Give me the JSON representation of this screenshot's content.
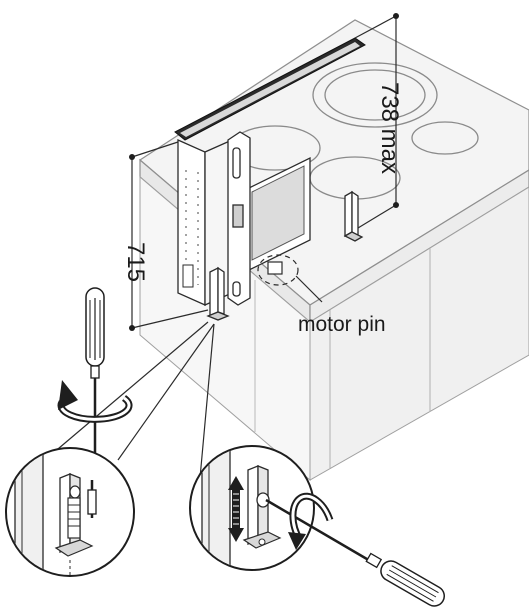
{
  "labels": {
    "height_min": "715",
    "height_max": "738 max",
    "motor_pin": "motor pin"
  },
  "colors": {
    "line": "#2b2b2b",
    "cabinet_fill": "#f2f2f2",
    "cabinet_line": "#9a9a9a",
    "panel_fill": "#ffffff",
    "dark": "#1e1e1e",
    "mid_grey": "#7a7a7a"
  },
  "icons": {
    "screwdriver_left": "screwdriver-icon",
    "screwdriver_right": "screwdriver-icon",
    "rotation_left": "rotate-arrow-icon",
    "rotation_right": "rotate-arrow-icon",
    "adjust_arrow": "up-down-arrow-icon"
  }
}
